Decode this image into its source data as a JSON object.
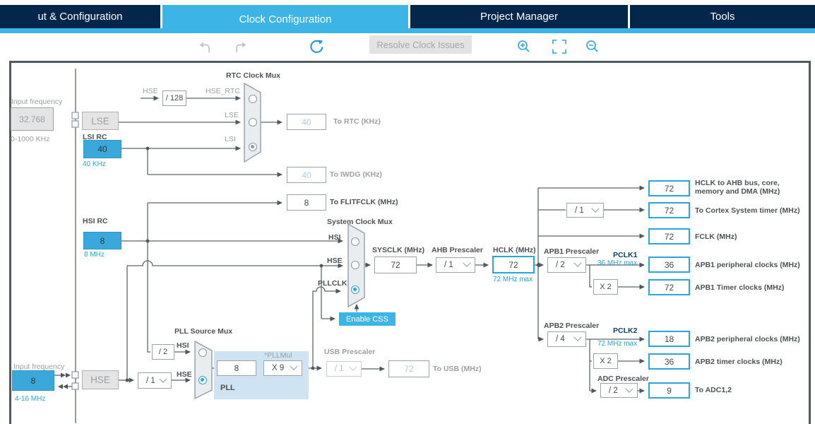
{
  "tabs": [
    {
      "label": "ut & Configuration",
      "active": false
    },
    {
      "label": "Clock Configuration",
      "active": true
    },
    {
      "label": "Project Manager",
      "active": false
    },
    {
      "label": "Tools",
      "active": false
    }
  ],
  "toolbar": {
    "resolve": "Resolve Clock Issues"
  },
  "accent_colors": {
    "navy": "#04264a",
    "blue": "#3cb4e6",
    "value_border": "#2ba6da"
  },
  "tree": {
    "lse": {
      "input_label": "Input frequency",
      "input_value": "32.768",
      "input_range": "0-1000 KHz",
      "osc": "LSE"
    },
    "lsi": {
      "label": "LSI RC",
      "value": "40",
      "freq": "40 KHz"
    },
    "hsi": {
      "label": "HSI RC",
      "value": "8",
      "freq": "8 MHz"
    },
    "hse": {
      "input_label": "Input frequency",
      "input_value": "8",
      "input_range": "4-16 MHz",
      "osc": "HSE",
      "prescaler": "/ 1"
    },
    "rtc_mux": {
      "title": "RTC Clock Mux",
      "src_label": "HSE",
      "divider": "/ 128",
      "in1": "HSE_RTC",
      "in2": "LSE",
      "in3": "LSI",
      "selected": "LSI"
    },
    "to_rtc": {
      "value": "40",
      "label": "To RTC (KHz)"
    },
    "to_iwdg": {
      "value": "40",
      "label": "To IWDG (KHz)"
    },
    "to_flitf": {
      "value": "8",
      "label": "To FLITFCLK (MHz)"
    },
    "sys_mux": {
      "title": "System Clock Mux",
      "in1": "HSI",
      "in2": "HSE",
      "in3": "PLLCLK",
      "selected": "PLLCLK",
      "css": "Enable CSS"
    },
    "pll_mux": {
      "title": "PLL Source Mux",
      "hsi_div": "/ 2",
      "in1": "HSI",
      "in2": "HSE",
      "selected": "HSE"
    },
    "pll": {
      "label": "PLL",
      "input_value": "8",
      "mul_label": "*PLLMul",
      "mul": "X 9"
    },
    "sysclk": {
      "label": "SYSCLK (MHz)",
      "value": "72"
    },
    "ahb": {
      "label": "AHB Prescaler",
      "value": "/ 1"
    },
    "hclk": {
      "label": "HCLK (MHz)",
      "value": "72",
      "max": "72 MHz max"
    },
    "hclk_out": {
      "value": "72",
      "label1": "HCLK to AHB bus, core,",
      "label2": "memory and DMA (MHz)"
    },
    "cortex": {
      "prescaler": "/ 1",
      "value": "72",
      "label": "To Cortex System timer (MHz)"
    },
    "fclk": {
      "value": "72",
      "label": "FCLK (MHz)"
    },
    "apb1": {
      "label": "APB1 Prescaler",
      "value": "/ 2",
      "pclk": "PCLK1",
      "max": "36 MHz max",
      "periph_value": "36",
      "periph_label": "APB1 peripheral clocks (MHz)",
      "x2": "X 2",
      "timer_value": "72",
      "timer_label": "APB1 Timer clocks (MHz)"
    },
    "apb2": {
      "label": "APB2 Prescaler",
      "value": "/ 4",
      "pclk": "PCLK2",
      "max": "72 MHz max",
      "periph_value": "18",
      "periph_label": "APB2 peripheral clocks (MHz)",
      "x2": "X 2",
      "timer_value": "36",
      "timer_label": "APB2 timer clocks (MHz)"
    },
    "adc": {
      "label": "ADC Prescaler",
      "value": "/ 2",
      "out_value": "9",
      "out_label": "To ADC1,2"
    },
    "usb": {
      "label": "USB Prescaler",
      "value": "/ 1",
      "out_value": "72",
      "out_label": "To USB (MHz)"
    }
  }
}
